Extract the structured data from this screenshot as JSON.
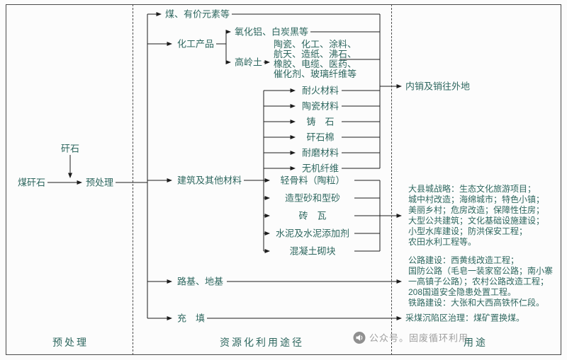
{
  "colors": {
    "ink": "#2e675f",
    "watermark": "#9f9f9f"
  },
  "pre": {
    "gangue": "矸石",
    "coal_gangue": "煤矸石",
    "pretreatment": "预处理"
  },
  "pathways": {
    "coal_elements": "煤、有价元素等",
    "chemical": "化工产品",
    "alumina": "氧化铝、白炭黑等",
    "kaolin": "高岭土",
    "kaolin_products": [
      "陶瓷、化工、涂料、",
      "航天、造纸、沸石、",
      "橡胶、电缆、医药、",
      "催化剂、玻璃纤维等"
    ],
    "materials": [
      "耐火材料",
      "陶瓷材料",
      "铸　石",
      "矸石棉",
      "耐磨材料",
      "无机纤维"
    ],
    "building": "建筑及其他材料",
    "products": [
      "轻骨料（陶粒）",
      "造型砂和型砂",
      "砖　瓦",
      "水泥及水泥添加剂",
      "混凝土砌块"
    ],
    "roadbed": "路基、地基",
    "filling": "充　填"
  },
  "uses": {
    "domestic": "内销及销往外地",
    "construction": [
      "大县城战略：生态文化旅游项目；",
      "城中村改造；海绵城市；特色小镇；",
      "美丽乡村；危房改造；保障性住房；",
      "大型公共建筑；文化基础设施建设；",
      "小型水库建设；防洪保安工程；",
      "农田水利工程等。"
    ],
    "roads": [
      "公路建设：西黄线改造工程；",
      "国防公路（毛皂一装家窑公路；南小寨",
      "一高镇子公路）；农村公路改造工程；",
      "208国道安全隐患处置工程。",
      "铁路建设：大张和大西高铁怀仁段。"
    ],
    "mining": "采煤沉陷区治理：煤矿置换煤。"
  },
  "footer": {
    "pretreatment": "预处理",
    "pathways": "资源化利用途径",
    "uses": "用途"
  },
  "watermark": {
    "text": "公众号。固废循环利用"
  }
}
